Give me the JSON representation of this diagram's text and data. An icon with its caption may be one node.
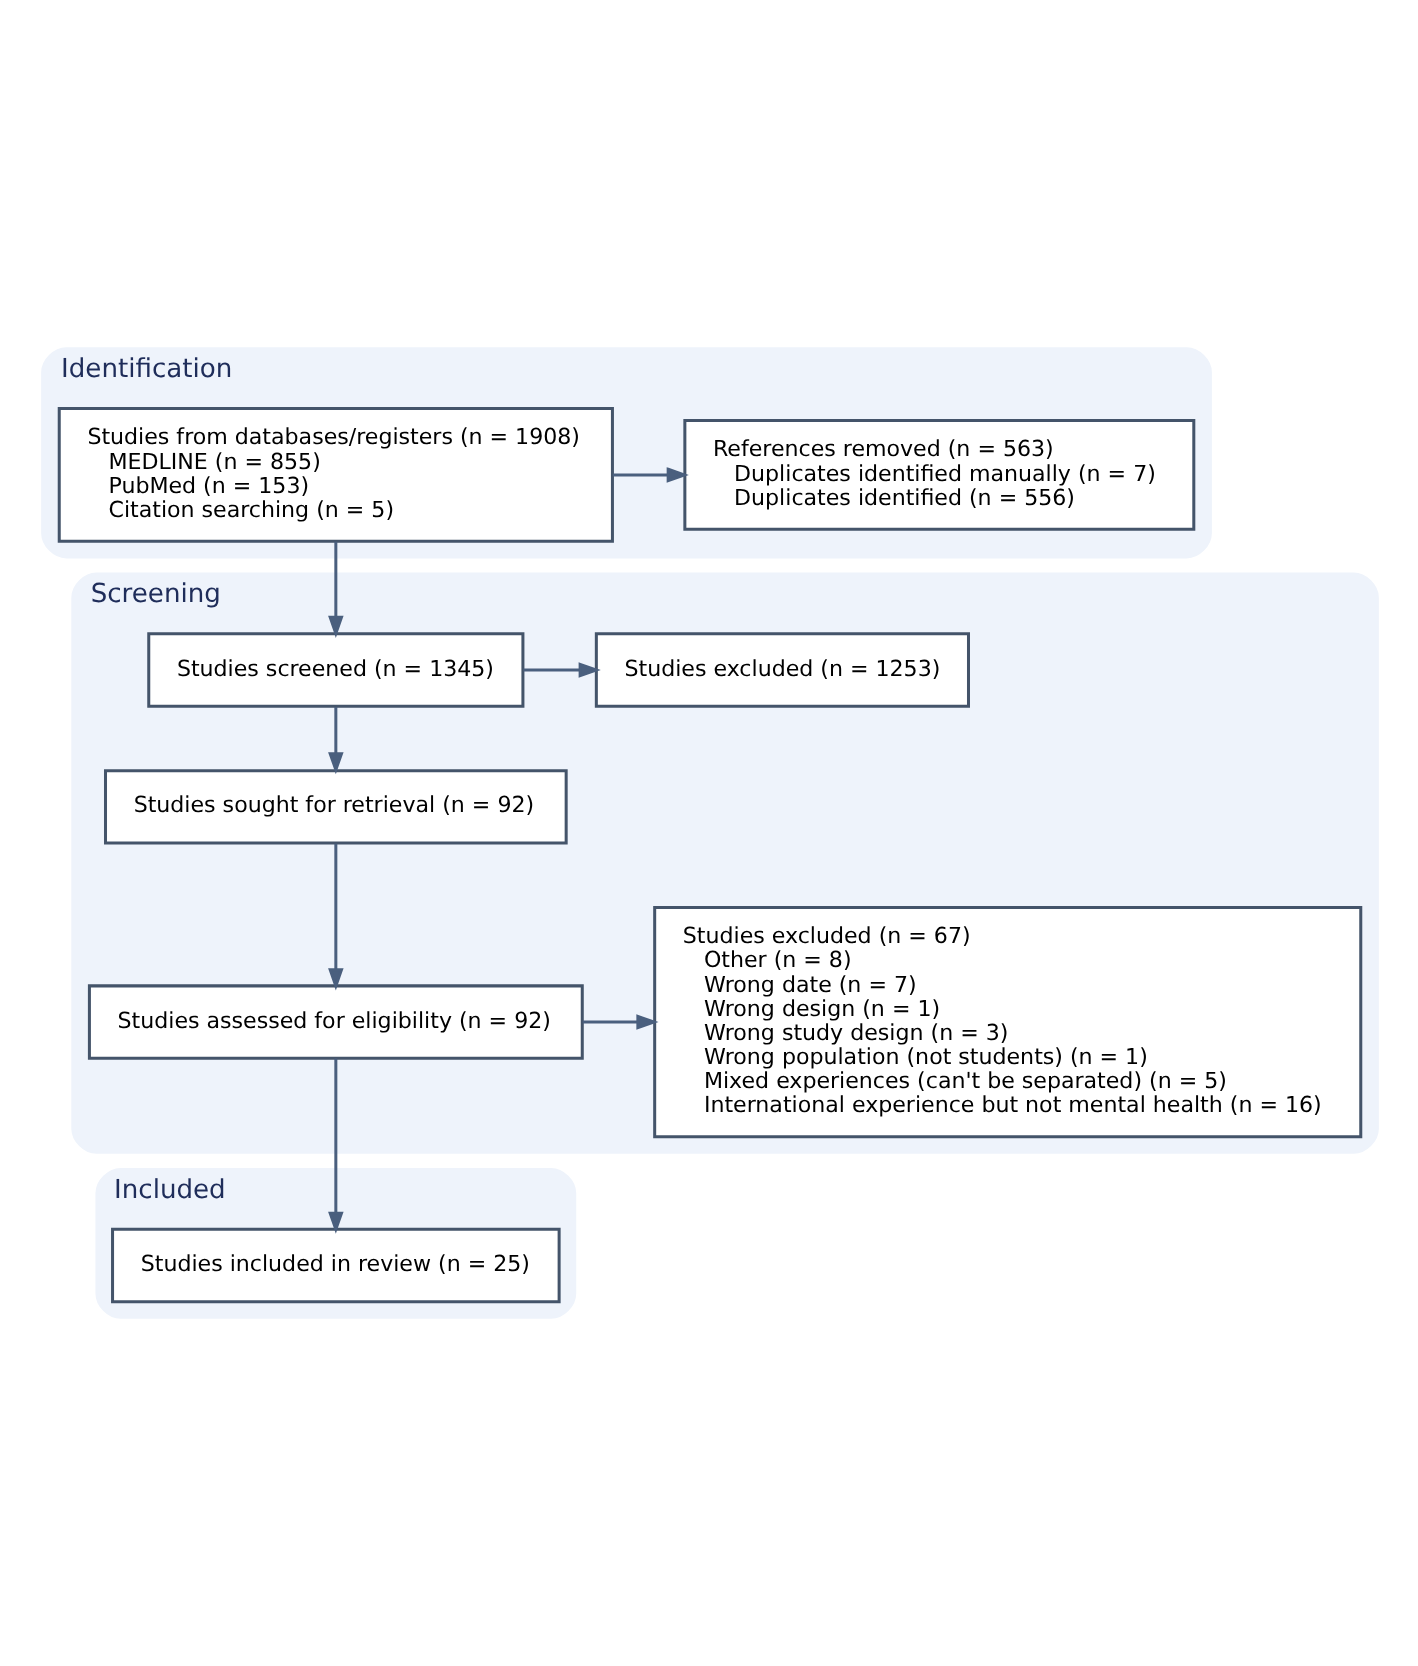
{
  "diagram": {
    "nodes": [
      {
        "text": [
          "Identification"
        ]
      },
      {
        "text": [
          "Studies from databases/registers (n = 1908)",
          "MEDLINE (n = 855)",
          "PubMed (n = 153)",
          "Citation searching (n = 5)"
        ],
        "in": 0
      },
      {
        "text": [
          "References removed (n = 563)",
          "Duplicates identified manually (n = 7)",
          "Duplicates identified (n = 556)"
        ],
        "in": 0
      },
      {
        "text": [
          "Screening"
        ]
      },
      {
        "text": [
          "Studies screened (n = 1345)"
        ],
        "in": 3
      },
      {
        "text": [
          "Studies excluded (n = 1253)"
        ],
        "in": 3
      },
      {
        "text": [
          "Studies sought for retrieval (n = 92)"
        ],
        "in": 3
      },
      {
        "text": [
          "Studies assessed for eligibility (n = 92)"
        ],
        "in": 3
      },
      {
        "text": [
          "Studies excluded (n = 67)",
          "Other (n = 8)",
          "Wrong date (n = 7)",
          "Wrong design (n = 1)",
          "Wrong study design (n = 3)",
          "Wrong population (not students) (n = 1)",
          "Mixed experiences (can't be separated) (n = 5)",
          "International experience but not mental health (n = 16)"
        ],
        "in": 3
      },
      {
        "text": [
          "Included"
        ]
      },
      {
        "text": [
          "Studies included in review (n = 25)"
        ],
        "in": 9
      }
    ],
    "edges": [
      {
        "from": 1,
        "to": 4,
        "arrow": "to"
      },
      {
        "from": 1,
        "to": 2,
        "arrow": "to"
      },
      {
        "from": 4,
        "to": 5,
        "arrow": "to"
      },
      {
        "from": 4,
        "to": 6,
        "arrow": "to"
      },
      {
        "from": 6,
        "to": 7,
        "arrow": "to"
      },
      {
        "from": 7,
        "to": 8,
        "arrow": "to"
      },
      {
        "from": 7,
        "to": 10,
        "arrow": "to"
      }
    ]
  }
}
